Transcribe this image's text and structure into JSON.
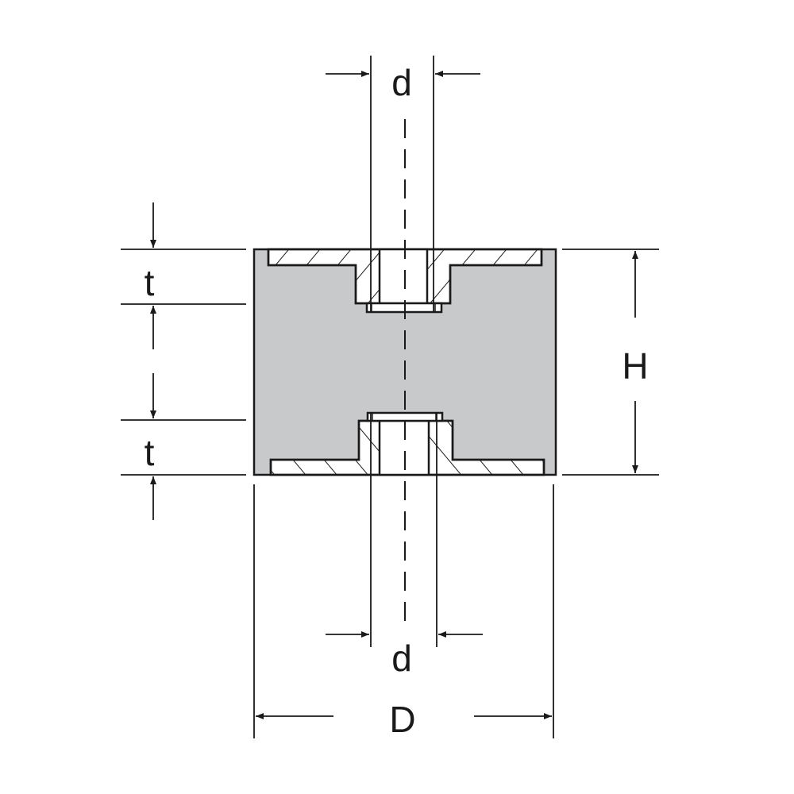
{
  "labels": {
    "d_top": "d",
    "d_bottom": "d",
    "t_top": "t",
    "t_bottom": "t",
    "H": "H",
    "D": "D"
  },
  "colors": {
    "rubber": "#c8c9cb",
    "line": "#1a1a1a"
  }
}
